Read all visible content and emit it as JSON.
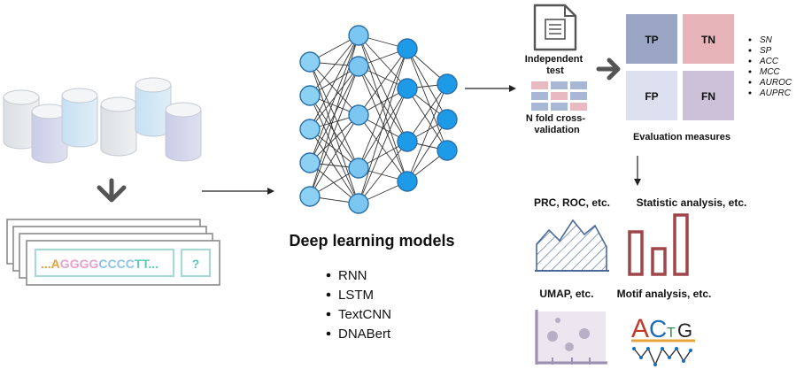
{
  "sequence": {
    "dots_left": "...",
    "bases": [
      "A",
      "G",
      "G",
      "G",
      "G",
      "C",
      "C",
      "C",
      "C",
      "T",
      "T"
    ],
    "dots_right": "...",
    "unknown": "?"
  },
  "models": {
    "title": "Deep learning models",
    "list": [
      "RNN",
      "LSTM",
      "TextCNN",
      "DNABert"
    ]
  },
  "validation": {
    "independent_test": [
      "Independent",
      "test"
    ],
    "cross_validation": [
      "N fold cross-",
      "validation"
    ]
  },
  "confusion": {
    "cells": [
      "TP",
      "TN",
      "FP",
      "FN"
    ],
    "caption": "Evaluation measures",
    "metrics": [
      "SN",
      "SP",
      "ACC",
      "MCC",
      "AUROC",
      "AUPRC"
    ]
  },
  "analysis": {
    "prc_roc": "PRC, ROC, etc.",
    "statistic": "Statistic analysis, etc.",
    "umap": "UMAP, etc.",
    "motif": "Motif analysis, etc.",
    "motif_letters": [
      "A",
      "C",
      "T",
      "G"
    ]
  },
  "colors": {
    "A": "#e8a33c",
    "G": "#e8a0cc",
    "C": "#8ec3e8",
    "T": "#5bc7c0",
    "node": "#5ab4ec",
    "tp": "#9aa6c3",
    "tn": "#e5b3b8",
    "fp": "#dde0ee",
    "fn": "#cdc0d9"
  }
}
